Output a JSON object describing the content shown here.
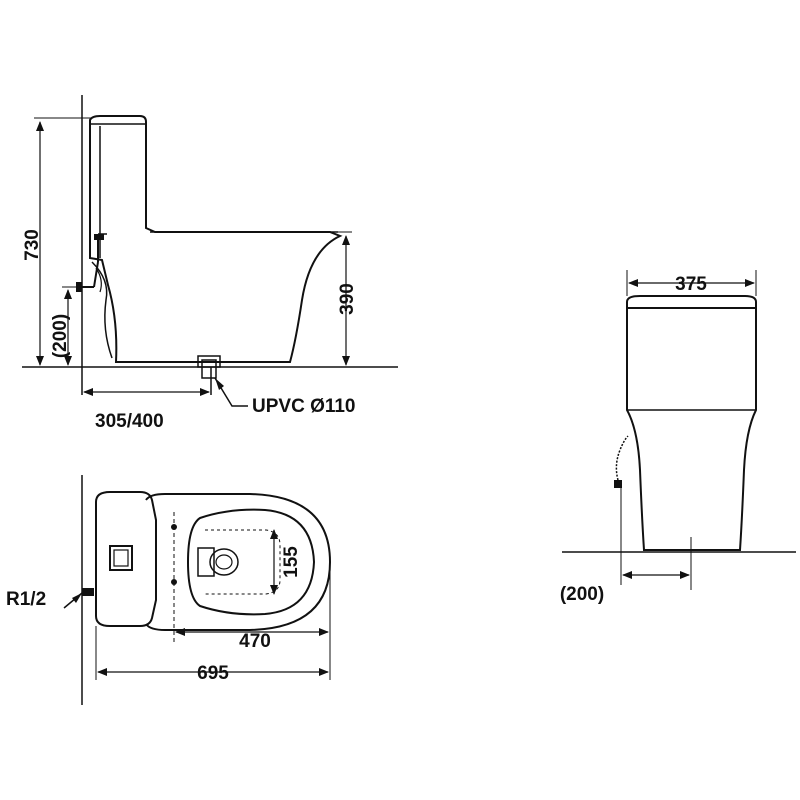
{
  "side_view": {
    "height_total": "730",
    "inlet_height": "(200)",
    "seat_height": "390",
    "rough_in": "305/400",
    "outlet": "UPVC Ø110"
  },
  "top_view": {
    "inlet_thread": "R1/2",
    "bowl_width": "155",
    "bowl_length": "470",
    "total_length": "695"
  },
  "front_view": {
    "width": "375",
    "inlet_offset": "(200)"
  },
  "colors": {
    "line": "#111111",
    "background": "#ffffff"
  }
}
